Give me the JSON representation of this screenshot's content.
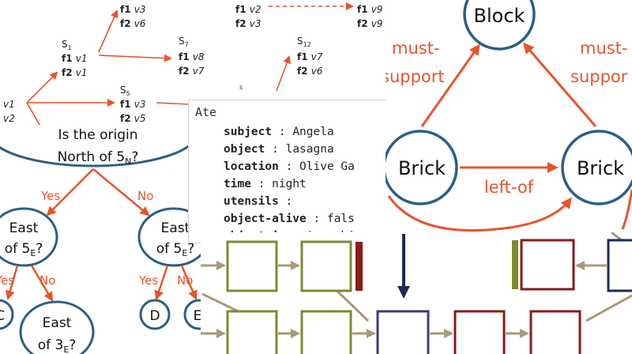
{
  "states": {
    "s_top_right": {
      "line1": "f1 ",
      "v1": "v3",
      "line2": "f2 ",
      "v2": "v6"
    },
    "s_top_mid": {
      "line1": "f1 ",
      "v1": "v2",
      "line2": "f2 ",
      "v2": "v3"
    },
    "s_top_far": {
      "line1": "f1 ",
      "v1": "v9",
      "line2": "f2 ",
      "v2": "v9"
    },
    "s1": {
      "name": "S",
      "sub": "1",
      "line1": "f1 ",
      "v1": "v1",
      "line2": "f2 ",
      "v2": "v1"
    },
    "s7": {
      "name": "S",
      "sub": "7",
      "line1": "f1 ",
      "v1": "v8",
      "line2": "f2 ",
      "v2": "v7"
    },
    "s12": {
      "name": "S",
      "sub": "12",
      "line1": "f1 ",
      "v1": "v7",
      "line2": "f2 ",
      "v2": "v6"
    },
    "s5": {
      "name": "S",
      "sub": "5",
      "line1": "f1 ",
      "v1": "v3",
      "line2": "f2 ",
      "v2": "v5"
    },
    "s_left": {
      "v1": "v1",
      "v2": "v2"
    },
    "s_partial": "s"
  },
  "tree": {
    "root_line1": "Is the origin",
    "root_line2": "North of 5",
    "root_sub": "N",
    "root_q": "?",
    "yes": "Yes",
    "no": "No",
    "left_line1": "East",
    "left_line2": "of 5",
    "left_sub": "E",
    "left_q": "?",
    "right_line1": "East",
    "right_line2": "of 5",
    "right_sub": "E",
    "right_q": "?",
    "ll_yes": "Yes",
    "ll_no": "No",
    "rl_yes": "Yes",
    "rl_no": "No",
    "leaf_c": "C",
    "leaf_east3_line1": "East",
    "leaf_east3_line2": "of 3",
    "leaf_east3_sub": "E",
    "leaf_east3_q": "?",
    "leaf_d": "D",
    "leaf_e": "E"
  },
  "frame": {
    "title": "Ate",
    "rows": [
      {
        "key": "subject",
        "sep": " : ",
        "value": "Angela"
      },
      {
        "key": "object",
        "sep": " : ",
        "value": "lasagna"
      },
      {
        "key": "location",
        "sep": " : ",
        "value": "Olive Ga"
      },
      {
        "key": "time",
        "sep": " : ",
        "value": "night"
      },
      {
        "key": "utensils",
        "sep": " :",
        "value": ""
      },
      {
        "key": "object-alive",
        "sep": " : ",
        "value": "fals"
      },
      {
        "key": "object-is",
        "sep": " : ",
        "value": "in-subj"
      }
    ]
  },
  "graph": {
    "block": "Block",
    "brick_left": "Brick",
    "brick_right": "Brick",
    "must_support_left_1": "must-",
    "must_support_left_2": "support",
    "must_support_right_1": "must-",
    "must_support_right_2": "suppor",
    "left_of": "left-of"
  },
  "colors": {
    "accent_orange": "#e8542a",
    "node_blue": "#2b5f87",
    "olive": "#7a8c2e",
    "dark_red": "#8b1a1a",
    "navy": "#1d2a55",
    "purple_box": "#3f3a7a",
    "tan": "#a89a76"
  }
}
